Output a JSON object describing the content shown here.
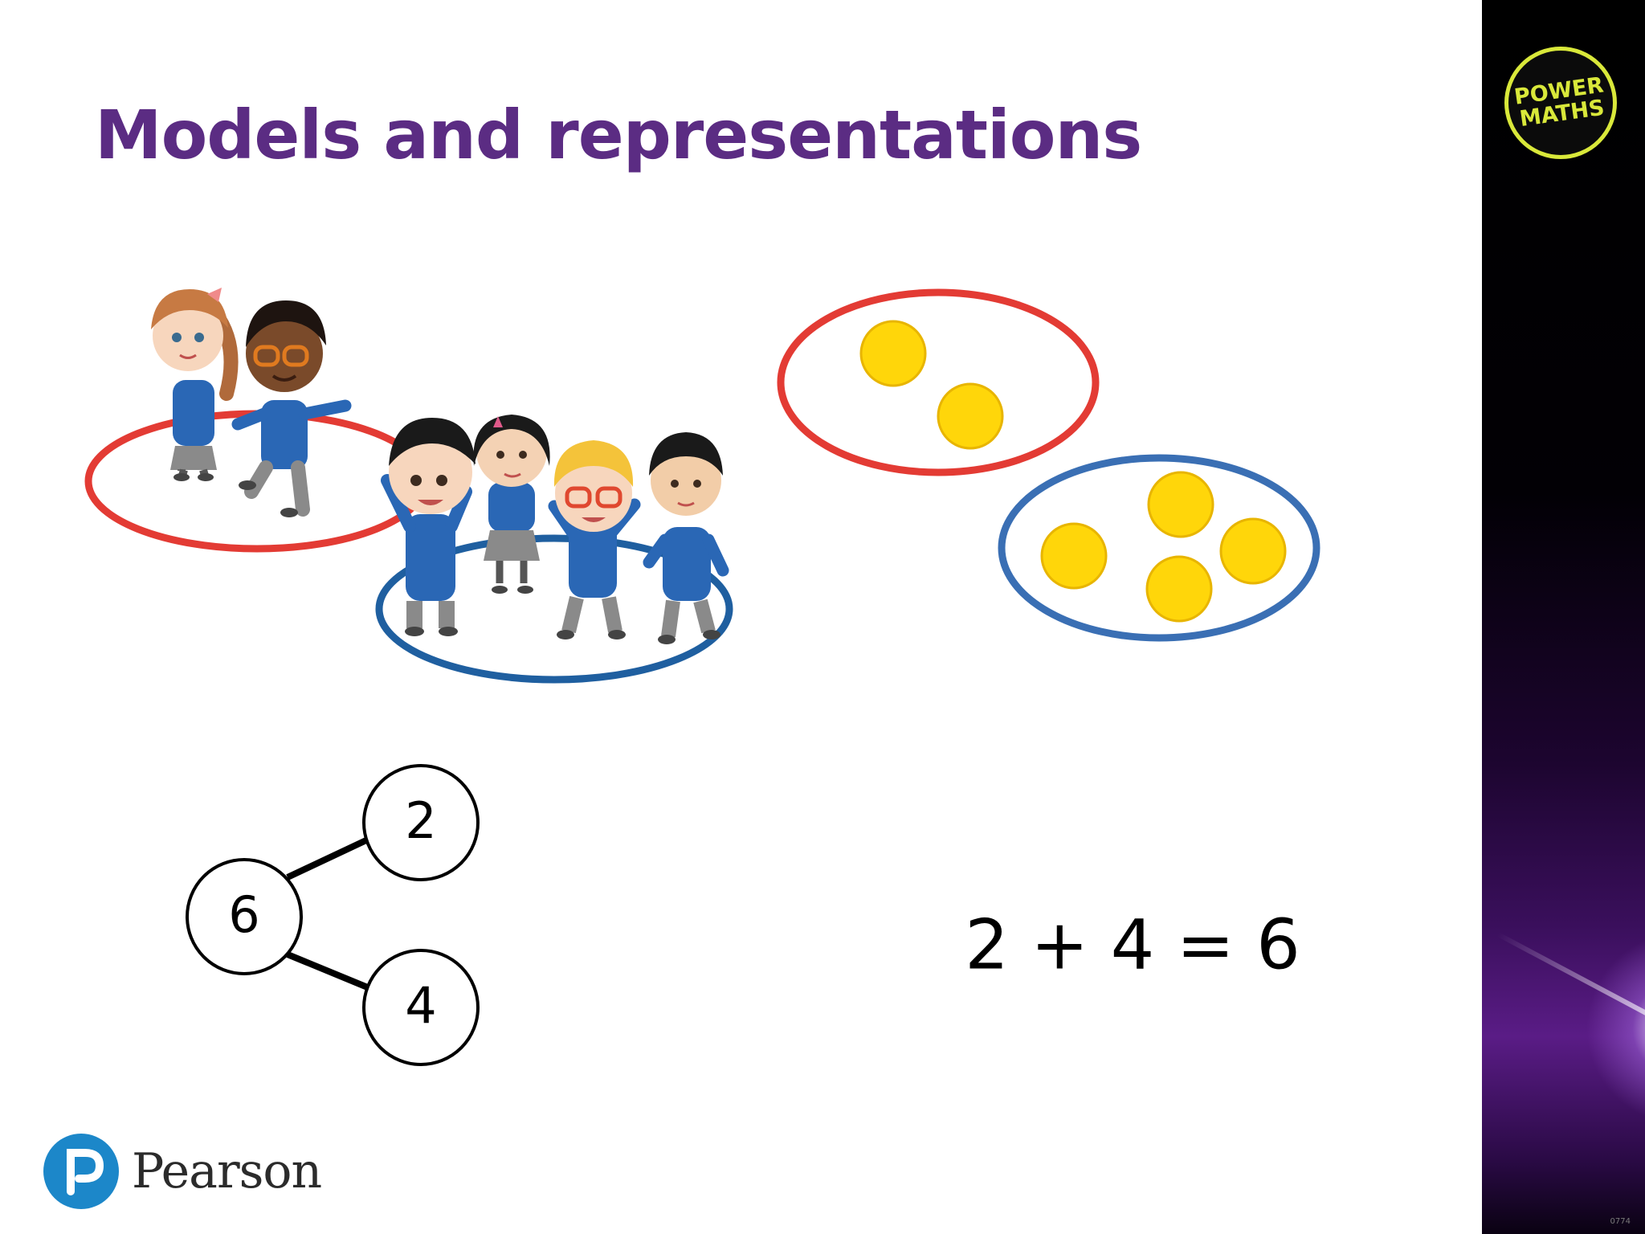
{
  "slide": {
    "title": "Models and representations"
  },
  "part_whole_model": {
    "whole": "6",
    "parts": [
      "2",
      "4"
    ]
  },
  "equation": {
    "text": "2 + 4 = 6"
  },
  "counters": {
    "red_hoop_count": 2,
    "blue_hoop_count": 4
  },
  "branding": {
    "pearson": "Pearson",
    "power_maths": "POWER\nMATHS",
    "fine_print": "0774"
  },
  "colors": {
    "title": "#5b2c83",
    "red_hoop": "#e33b34",
    "blue_hoop": "#1f5fa0",
    "counter": "#ffd60a",
    "uniform": "#2a67b5",
    "pearson_blue": "#1c87c9",
    "badge": "#d9e83a"
  }
}
